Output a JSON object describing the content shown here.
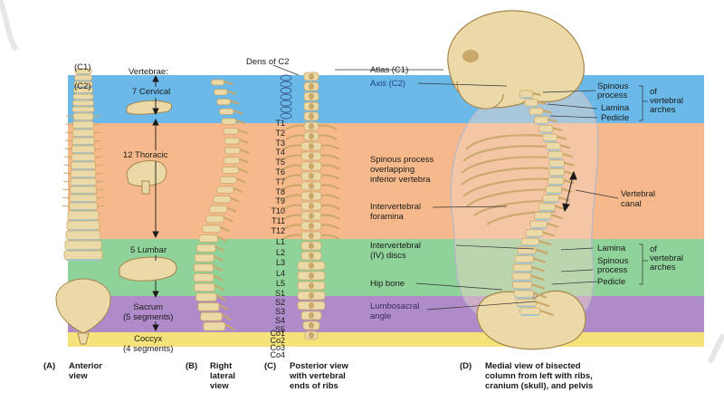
{
  "regions": {
    "cervical": "7 Cervical",
    "thoracic": "12 Thoracic",
    "lumbar": "5 Lumbar",
    "sacrum": "Sacrum\n(5 segments)",
    "coccyx": "Coccyx\n(4 segments)"
  },
  "top_labels": {
    "c1": "(C1)",
    "c2": "(C2)",
    "vertebrae": "Vertebrae:",
    "dens": "Dens of C2",
    "atlas": "Atlas (C1)",
    "axis": "Axis (C2)"
  },
  "vertebra_labels": {
    "thoracic": [
      "T1",
      "T2",
      "T3",
      "T4",
      "T5",
      "T6",
      "T7",
      "T8",
      "T9",
      "T10",
      "T11",
      "T12"
    ],
    "lumbar": [
      "L1",
      "L2",
      "L3",
      "L4",
      "L5"
    ],
    "sacral": [
      "S1",
      "S2",
      "S3",
      "S4",
      "S5"
    ],
    "coccygeal": [
      "Co1",
      "Co2",
      "Co3",
      "Co4"
    ]
  },
  "middle_labels": {
    "spinous_overlap": "Spinous process\noverlapping\ninferior vertebra",
    "foramina": "Intervertebral\nforamina",
    "discs": "Intervertebral\n(IV) discs",
    "hip_bone": "Hip bone",
    "lumbosacral": "Lumbosacral\nangle"
  },
  "right_labels": {
    "spinous_process_top": "Spinous\nprocess",
    "lamina_top": "Lamina",
    "pedicle_top": "Pedicle",
    "arches_top": "of\nvertebral\narches",
    "vertebral_canal": "Vertebral\ncanal",
    "lamina_bottom": "Lamina",
    "spinous_process_bottom": "Spinous\nprocess",
    "pedicle_bottom": "Pedicle",
    "arches_bottom": "of\nvertebral\narches"
  },
  "captions": [
    {
      "letter": "(A)",
      "text": "Anterior\nview"
    },
    {
      "letter": "(B)",
      "text": "Right\nlateral\nview"
    },
    {
      "letter": "(C)",
      "text": "Posterior view\nwith vertebral\nends of ribs"
    },
    {
      "letter": "(D)",
      "text": "Medial view of bisected\ncolumn from left with ribs,\ncranium (skull), and pelvis"
    }
  ],
  "colors": {
    "cervical_band": "#6ab9e8",
    "thoracic_band": "#f6b98b",
    "lumbar_band": "#8fd39a",
    "sacral_band": "#b08bc9",
    "coccyx_band": "#f5e27a",
    "bone": "#ecd9a8",
    "bone_shade": "#c9a86a",
    "disc": "#9fc7e0",
    "body_outline": "#b6b6c8"
  }
}
